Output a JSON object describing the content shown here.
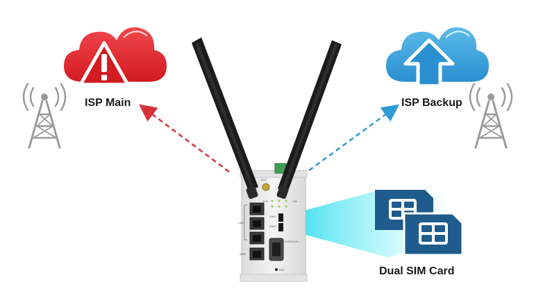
{
  "labels": {
    "isp_main": "ISP Main",
    "isp_backup": "ISP Backup",
    "dual_sim": "Dual SIM Card"
  },
  "device_text": {
    "gps": "GPS",
    "sys": "SYS",
    "sim": "SIM",
    "sim1": "SIM1",
    "sim2": "SIM2",
    "lan": "LAN",
    "wan": "WAN",
    "console": "CONSOLE",
    "rst": "RST"
  },
  "colors": {
    "isp_main_cloud": "#e8262c",
    "isp_backup_cloud": "#3aa3dd",
    "main_arrow": "#d8323a",
    "backup_arrow": "#2d9bd6",
    "sim_card": "#1f5b8c",
    "sim_beam": "#2fe0f0",
    "antenna": "#1c1c1c",
    "tower": "#9a9a9a"
  }
}
